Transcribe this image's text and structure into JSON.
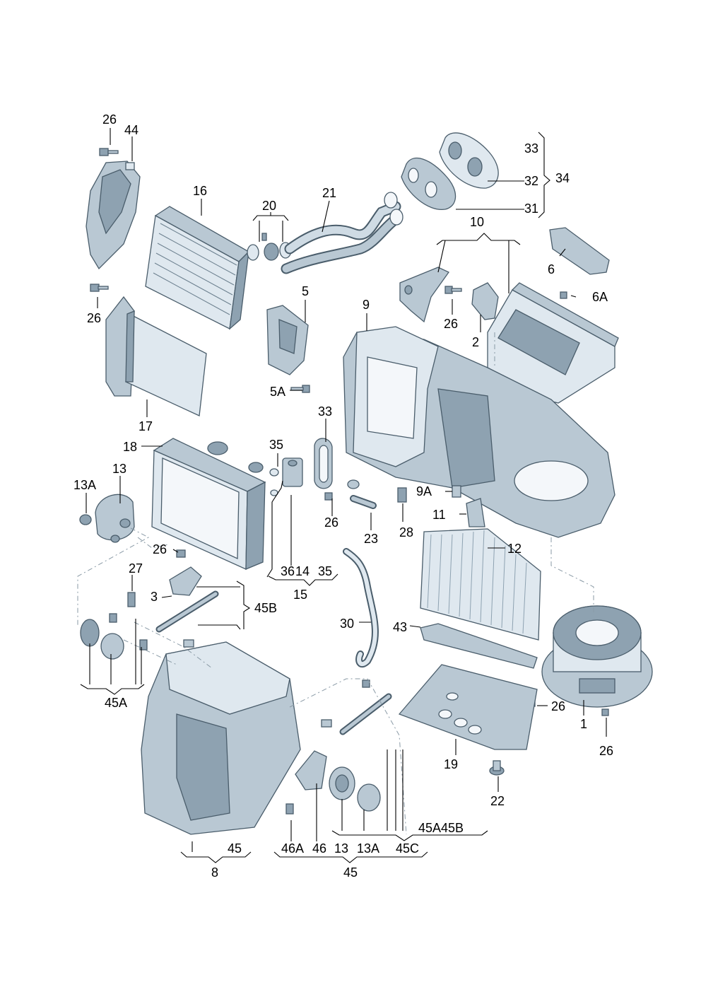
{
  "diagram": {
    "labels": {
      "p26a": "26",
      "p44": "44",
      "p16": "16",
      "p20": "20",
      "p21": "21",
      "p33a": "33",
      "p32": "32",
      "p34": "34",
      "p31": "31",
      "p10": "10",
      "p6": "6",
      "p6A": "6A",
      "p26b": "26",
      "p5": "5",
      "p9": "9",
      "p26c": "26",
      "p2": "2",
      "p5A": "5A",
      "p17": "17",
      "p33b": "33",
      "p18": "18",
      "p35a": "35",
      "p13a": "13",
      "p13Aa": "13A",
      "p9A": "9A",
      "p11": "11",
      "p26d": "26",
      "p23": "23",
      "p28": "28",
      "p12": "12",
      "p26e": "26",
      "p27": "27",
      "p3": "3",
      "p45B": "45B",
      "p36": "36",
      "p14": "14",
      "p35b": "35",
      "p15": "15",
      "p30": "30",
      "p43": "43",
      "p45Aa": "45A",
      "p26f": "26",
      "p1": "1",
      "p26g": "26",
      "p19": "19",
      "p22": "22",
      "p45Ab": "45A45B",
      "p45a": "45",
      "p8": "8",
      "p46A": "46A",
      "p46": "46",
      "p13b": "13",
      "p13Ab": "13A",
      "p45C": "45C",
      "p45b": "45"
    }
  }
}
